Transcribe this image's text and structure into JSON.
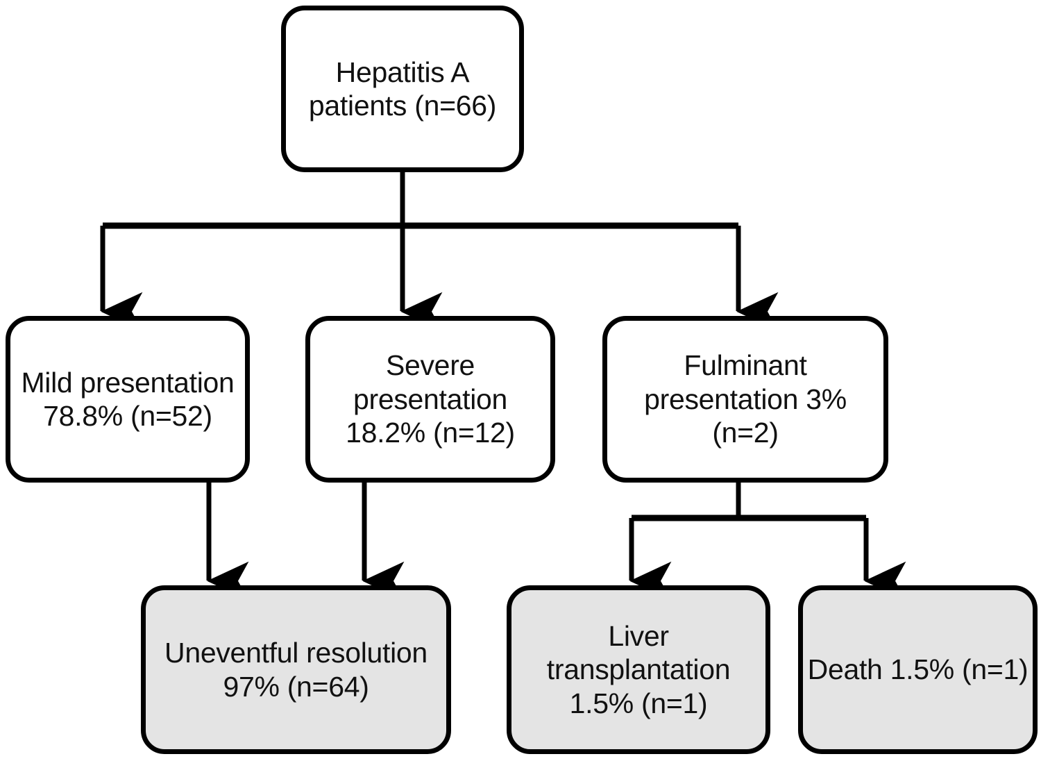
{
  "diagram": {
    "title": "Hepatitis A patient outcomes flowchart",
    "background_color": "#ffffff",
    "border_color": "#000000",
    "shaded_fill_color": "#e4e4e4",
    "plain_fill_color": "#ffffff",
    "text_color": "#111111"
  },
  "nodes": {
    "root": {
      "text": "Hepatitis A\npatients (n=66)",
      "percent": "",
      "count": "n=66",
      "fill": "white"
    },
    "mild": {
      "text": "Mild presentation\n78.8% (n=52)",
      "percent": "78.8%",
      "count": "n=52",
      "fill": "white"
    },
    "severe": {
      "text": "Severe presentation\n18.2% (n=12)",
      "percent": "18.2%",
      "count": "n=12",
      "fill": "white"
    },
    "fulminant": {
      "text": "Fulminant\npresentation 3% (n=2)",
      "percent": "3%",
      "count": "n=2",
      "fill": "white"
    },
    "resolution": {
      "text": "Uneventful resolution\n97% (n=64)",
      "percent": "97%",
      "count": "n=64",
      "fill": "grey"
    },
    "transplant": {
      "text": "Liver transplantation\n1.5% (n=1)",
      "percent": "1.5%",
      "count": "n=1",
      "fill": "grey"
    },
    "death": {
      "text": "Death 1.5% (n=1)",
      "percent": "1.5%",
      "count": "n=1",
      "fill": "grey"
    }
  },
  "edges": [
    {
      "from": "root",
      "to": "mild",
      "style": "elbow-arrow"
    },
    {
      "from": "root",
      "to": "severe",
      "style": "straight-arrow"
    },
    {
      "from": "root",
      "to": "fulminant",
      "style": "elbow-arrow"
    },
    {
      "from": "mild",
      "to": "resolution",
      "style": "straight-arrow"
    },
    {
      "from": "severe",
      "to": "resolution",
      "style": "straight-arrow"
    },
    {
      "from": "fulminant",
      "to": "transplant",
      "style": "elbow-arrow"
    },
    {
      "from": "fulminant",
      "to": "death",
      "style": "elbow-arrow"
    }
  ]
}
